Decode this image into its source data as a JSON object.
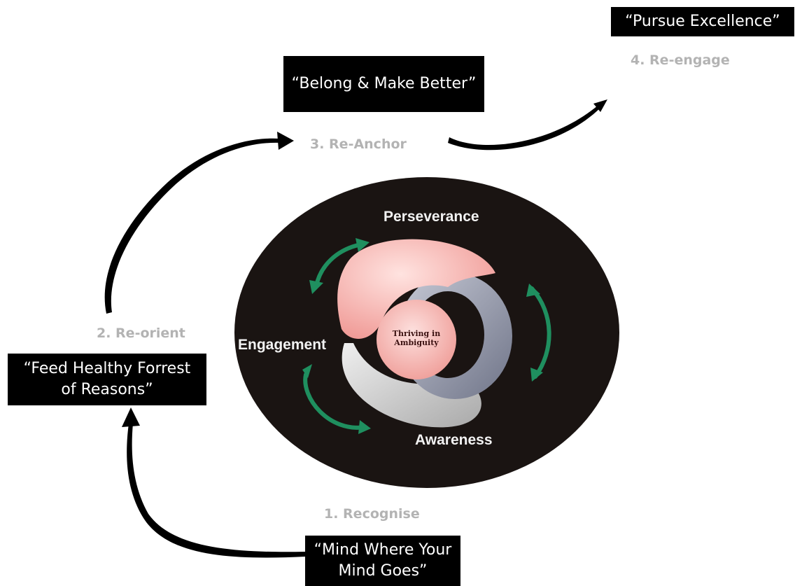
{
  "stages": [
    {
      "step": "1. Recognise",
      "quote": "“Mind Where Your Mind Goes”"
    },
    {
      "step": "2. Re-orient",
      "quote": "“Feed Healthy Forrest of Reasons”"
    },
    {
      "step": "3. Re-Anchor",
      "quote": "“Belong & Make Better”"
    },
    {
      "step": "4. Re-engage",
      "quote": "“Pursue Excellence”"
    }
  ],
  "center": {
    "core": "Thriving in Ambiguity",
    "labels": {
      "perseverance": "Perseverance",
      "engagement": "Engagement",
      "awareness": "Awareness"
    }
  },
  "colors": {
    "background": "#ffffff",
    "box": "#000000",
    "box_text": "#ffffff",
    "step_text": "#b3b3b3",
    "ellipse": "#1a1412",
    "pink_ring": "#f4b7b4",
    "blue_ring": "#9ea3b5",
    "gray_ring": "#c9c9c9",
    "green_arrows": "#1f8f5f",
    "flow_arrows": "#000000"
  }
}
